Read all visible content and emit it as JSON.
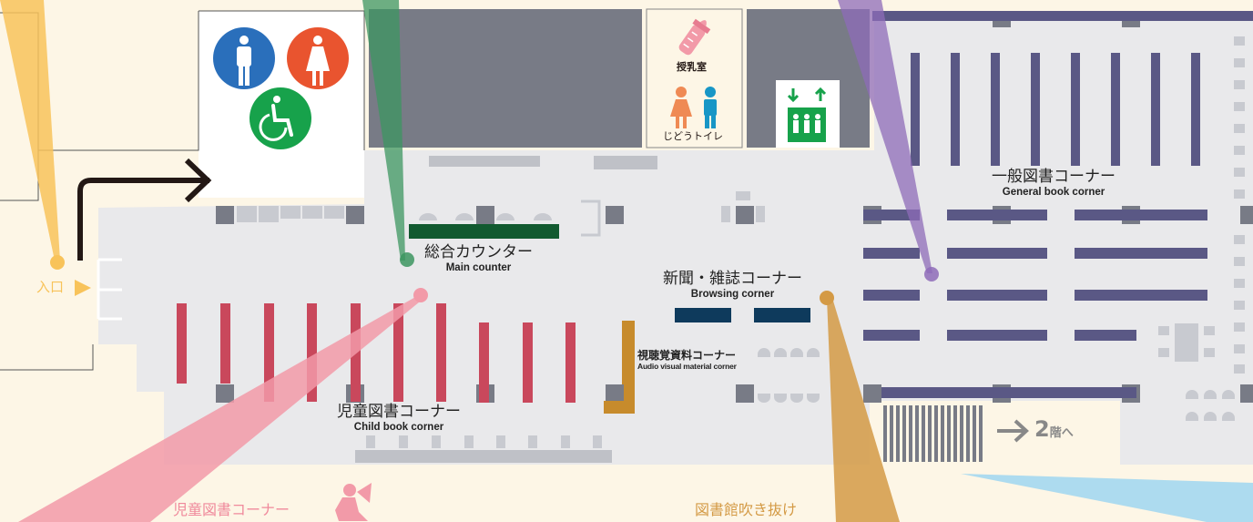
{
  "labels": {
    "restroom_nursing_jp": "授乳室",
    "children_toilet_jp": "じどうトイレ",
    "entrance_jp": "入口",
    "main_counter_jp": "総合カウンター",
    "main_counter_en": "Main counter",
    "browsing_jp": "新聞・雑誌コーナー",
    "browsing_en": "Browsing corner",
    "general_jp": "一般図書コーナー",
    "general_en": "General book corner",
    "child_jp": "児童図書コーナー",
    "child_en": "Child book corner",
    "av_jp": "視聴覚資料コーナー",
    "av_en": "Audio visual material corner",
    "floor2_num": "2",
    "floor2_suffix": "階へ",
    "bottom_child_jp": "児童図書コーナー",
    "bottom_atrium_jp": "図書館吹き抜け"
  },
  "icons": [
    "man-icon",
    "woman-icon",
    "wheelchair-icon",
    "baby-bottle-icon",
    "children-toilet-icon",
    "elevator-icon",
    "entrance-arrow-icon",
    "reading-child-icon"
  ],
  "colors": {
    "floor": "#e9e9eb",
    "wall": "#787b86",
    "child_shelf": "#c9485c",
    "general_shelf": "#5a5885",
    "counter": "#125a30",
    "browsing": "#0e3a5c",
    "av": "#c78b2c",
    "entrance": "#f8c35a",
    "pink_beam": "#f29aa8",
    "green_beam": "#3c9560",
    "purple_beam": "#8e6bb8",
    "orange_beam": "#d49a45",
    "blue_beam": "#a4d8f0",
    "man": "#2a6fbb",
    "woman": "#e9542f",
    "wheelchair": "#17a24b"
  }
}
